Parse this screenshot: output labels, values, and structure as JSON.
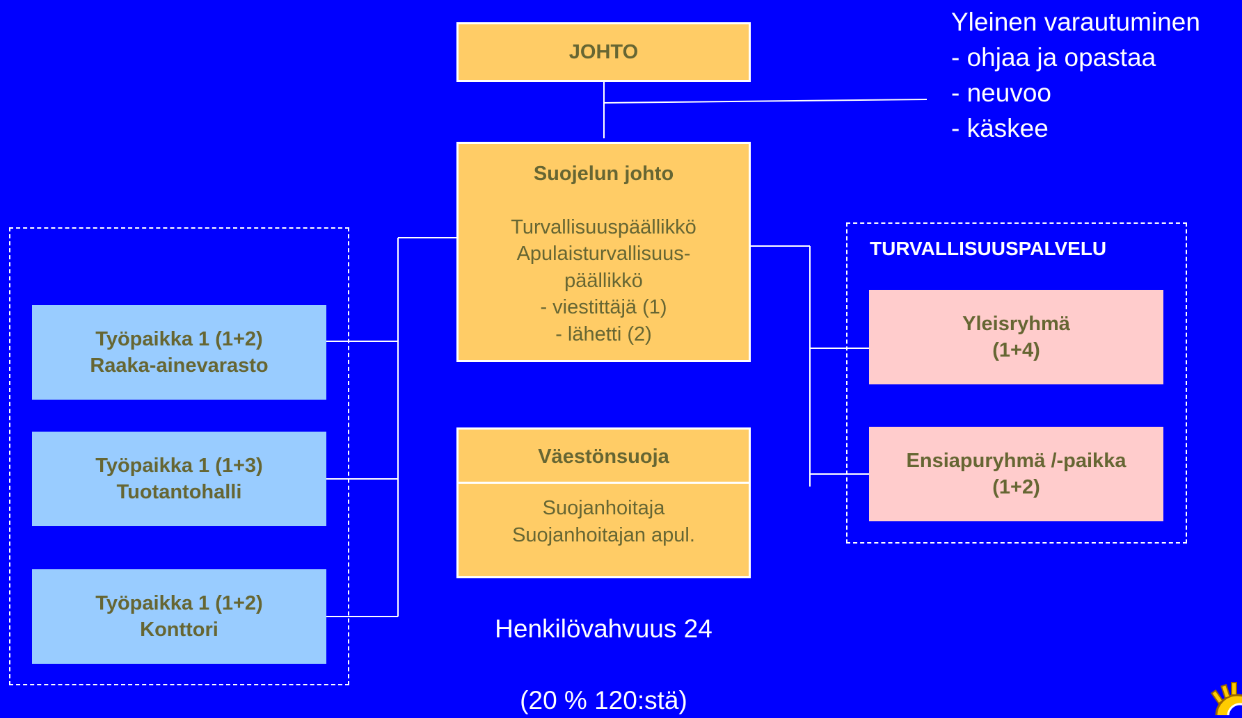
{
  "johto": {
    "label": "JOHTO"
  },
  "suojelun_johto": {
    "title": "Suojelun johto",
    "lines": [
      "Turvallisuuspäällikkö",
      "Apulaisturvallisuus-",
      "päällikkö",
      "- viestittäjä (1)",
      "- lähetti (2)"
    ]
  },
  "vaestonsuoja": {
    "title": "Väestönsuoja",
    "lines": [
      "Suojanhoitaja",
      "Suojanhoitajan apul."
    ]
  },
  "workplaces": [
    {
      "line1": "Työpaikka 1 (1+2)",
      "line2": "Raaka-ainevarasto"
    },
    {
      "line1": "Työpaikka 1 (1+3)",
      "line2": "Tuotantohalli"
    },
    {
      "line1": "Työpaikka 1 (1+2)",
      "line2": "Konttori"
    }
  ],
  "turvallisuuspalvelu": {
    "title": "TURVALLISUUSPALVELU",
    "groups": [
      {
        "line1": "Yleisryhmä",
        "line2": "(1+4)"
      },
      {
        "line1": "Ensiapuryhmä /-paikka",
        "line2": "(1+2)"
      }
    ]
  },
  "note": {
    "title": "Yleinen varautuminen",
    "items": [
      "- ohjaa ja opastaa",
      "- neuvoo",
      "- käskee"
    ]
  },
  "staffing": {
    "line1": "Henkilövahvuus 24",
    "line2": "(20 % 120:stä)"
  },
  "colors": {
    "background": "#0000FF",
    "orange_box": "#FFCC66",
    "blue_box": "#99CCFF",
    "pink_box": "#FFCCCC",
    "box_text": "#666633"
  }
}
